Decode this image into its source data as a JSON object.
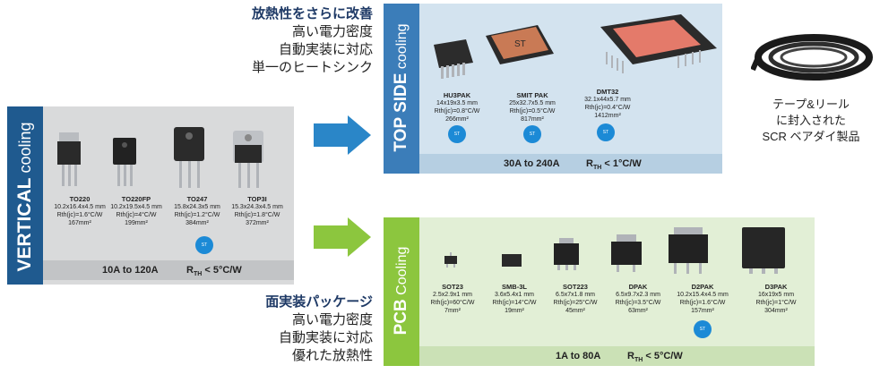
{
  "vertical": {
    "title_bold": "VERTICAL",
    "title_thin": " cooling",
    "bar_range": "10A to 120A",
    "bar_rth_prefix": "R",
    "bar_rth_sub": "TH",
    "bar_rth_suffix": " < 5°C/W",
    "devices": [
      {
        "name": "TO220",
        "dims": "10.2x16.4x4.5 mm",
        "rth": "Rth(jc)=1.6°C/W",
        "area": "167mm²"
      },
      {
        "name": "TO220FP",
        "dims": "10.2x19.5x4.5 mm",
        "rth": "Rth(jc)=4°C/W",
        "area": "199mm²"
      },
      {
        "name": "TO247",
        "dims": "15.8x24.3x5 mm",
        "rth": "Rth(jc)=1.2°C/W",
        "area": "384mm²"
      },
      {
        "name": "TOP3I",
        "dims": "15.3x24.3x4.5 mm",
        "rth": "Rth(jc)=1.8°C/W",
        "area": "372mm²"
      }
    ]
  },
  "topside": {
    "title_bold": "TOP SIDE",
    "title_thin": " cooling",
    "bar_range": "30A to 240A",
    "bar_rth_prefix": "R",
    "bar_rth_sub": "TH",
    "bar_rth_suffix": " < 1°C/W",
    "devices": [
      {
        "name": "HU3PAK",
        "dims": "14x19x3.5 mm",
        "rth": "Rth(jc)=0.8°C/W",
        "area": "266mm²"
      },
      {
        "name": "SMIT PAK",
        "dims": "25x32.7x5.5 mm",
        "rth": "Rth(jc)=0.5°C/W",
        "area": "817mm²"
      },
      {
        "name": "DMT32",
        "dims": "32.1x44x5.7 mm",
        "rth": "Rth(jc)=0.4°C/W",
        "area": "1412mm²"
      }
    ]
  },
  "pcb": {
    "title_bold": "PCB",
    "title_thin": " Cooling",
    "bar_range": "1A to 80A",
    "bar_rth_prefix": "R",
    "bar_rth_sub": "TH",
    "bar_rth_suffix": " < 5°C/W",
    "devices": [
      {
        "name": "SOT23",
        "dims": "2.5x2.9x1 mm",
        "rth": "Rth(jc)=60°C/W",
        "area": "7mm²"
      },
      {
        "name": "SMB-3L",
        "dims": "3.6x5.4x1 mm",
        "rth": "Rth(jc)=14°C/W",
        "area": "19mm²"
      },
      {
        "name": "SOT223",
        "dims": "6.5x7x1.8 mm",
        "rth": "Rth(jc)=25°C/W",
        "area": "45mm²"
      },
      {
        "name": "DPAK",
        "dims": "6.5x9.7x2.3 mm",
        "rth": "Rth(jc)=3.5°C/W",
        "area": "63mm²"
      },
      {
        "name": "D2PAK",
        "dims": "10.2x15.4x4.5 mm",
        "rth": "Rth(jc)=1.6°C/W",
        "area": "157mm²"
      },
      {
        "name": "D3PAK",
        "dims": "16x19x5 mm",
        "rth": "Rth(jc)=1°C/W",
        "area": "304mm²"
      }
    ]
  },
  "text_top": {
    "heading": "放熱性をさらに改善",
    "line1": "高い電力密度",
    "line2": "自動実装に対応",
    "line3": "単一のヒートシンク"
  },
  "text_bottom": {
    "heading": "面実装パッケージ",
    "line1": "高い電力密度",
    "line2": "自動実装に対応",
    "line3": "優れた放熱性"
  },
  "text_reel": {
    "line1": "テープ&リール",
    "line2": "に封入された",
    "line3": "SCR ベアダイ製品"
  },
  "colors": {
    "vertical": "#1f5a8f",
    "topside": "#3b7db9",
    "pcb": "#8cc63e",
    "arrow_blue": "#2a86c8",
    "arrow_green": "#8cc63e"
  }
}
